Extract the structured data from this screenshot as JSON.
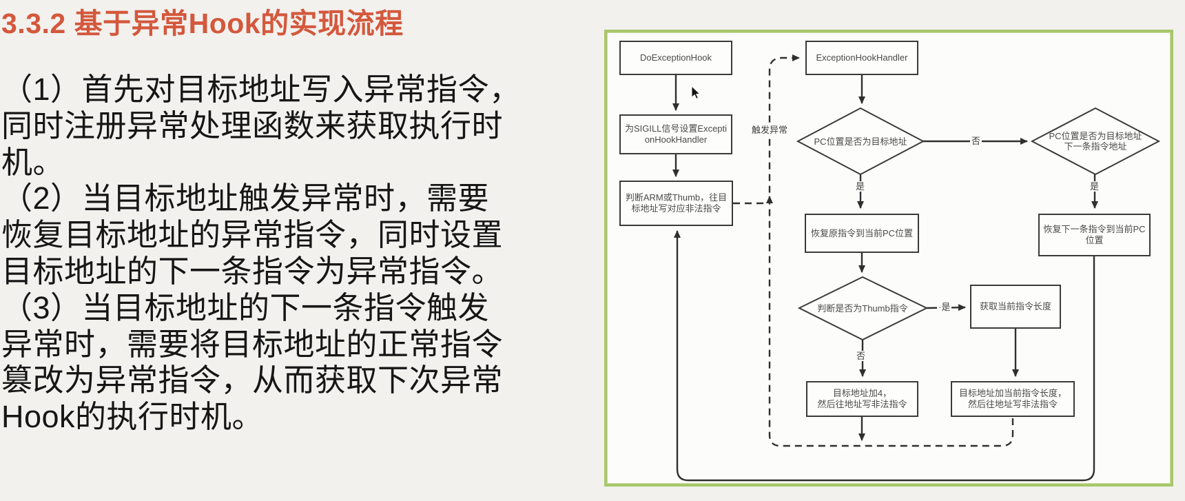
{
  "article": {
    "title": "3.3.2 基于异常Hook的实现流程",
    "title_color": "#d4583c",
    "body_lines": [
      "（1）首先对目标地址写入异常指令，",
      "同时注册异常处理函数来获取执行时",
      "机。",
      "（2）当目标地址触发异常时，需要",
      "恢复目标地址的异常指令，同时设置",
      "目标地址的下一条指令为异常指令。",
      "（3）当目标地址的下一条指令触发",
      "异常时，需要将目标地址的正常指令",
      "篡改为异常指令，从而获取下次异常",
      "Hook的执行时机。"
    ]
  },
  "flowchart": {
    "colors": {
      "panel_border": "#a9c76a",
      "node_border": "#3a3a3a",
      "wire": "#2f2f2f",
      "panel_background": "#fcfcfb"
    },
    "nodes": {
      "do_exception_hook": "DoExceptionHook",
      "exception_hook_handler": "ExceptionHookHandler",
      "set_sigill_handler": [
        "为SIGILL信号设置Excepti",
        "onHookHandler"
      ],
      "write_illegal_instruction": [
        "判断ARM或Thumb，往目",
        "标地址写对应非法指令"
      ],
      "decision_pc_is_target": "PC位置是否为目标地址",
      "decision_pc_is_next": [
        "PC位置是否为目标地址",
        "下一条指令地址"
      ],
      "restore_original": "恢复原指令到当前PC位置",
      "restore_next": [
        "恢复下一条指令到当前PC",
        "位置"
      ],
      "decision_is_thumb": "判断是否为Thumb指令",
      "get_current_length": "获取当前指令长度",
      "target_plus_4": [
        "目标地址加4，",
        "然后往地址写非法指令"
      ],
      "target_plus_length": [
        "目标地址加当前指令长度，",
        "然后往地址写非法指令"
      ]
    },
    "edge_labels": {
      "trigger_exception": "触发异常",
      "no_to_next_decision": "否",
      "yes_restore_original": "是",
      "yes_restore_next": "是",
      "yes_is_thumb": "·是",
      "no_not_thumb": "否"
    }
  }
}
